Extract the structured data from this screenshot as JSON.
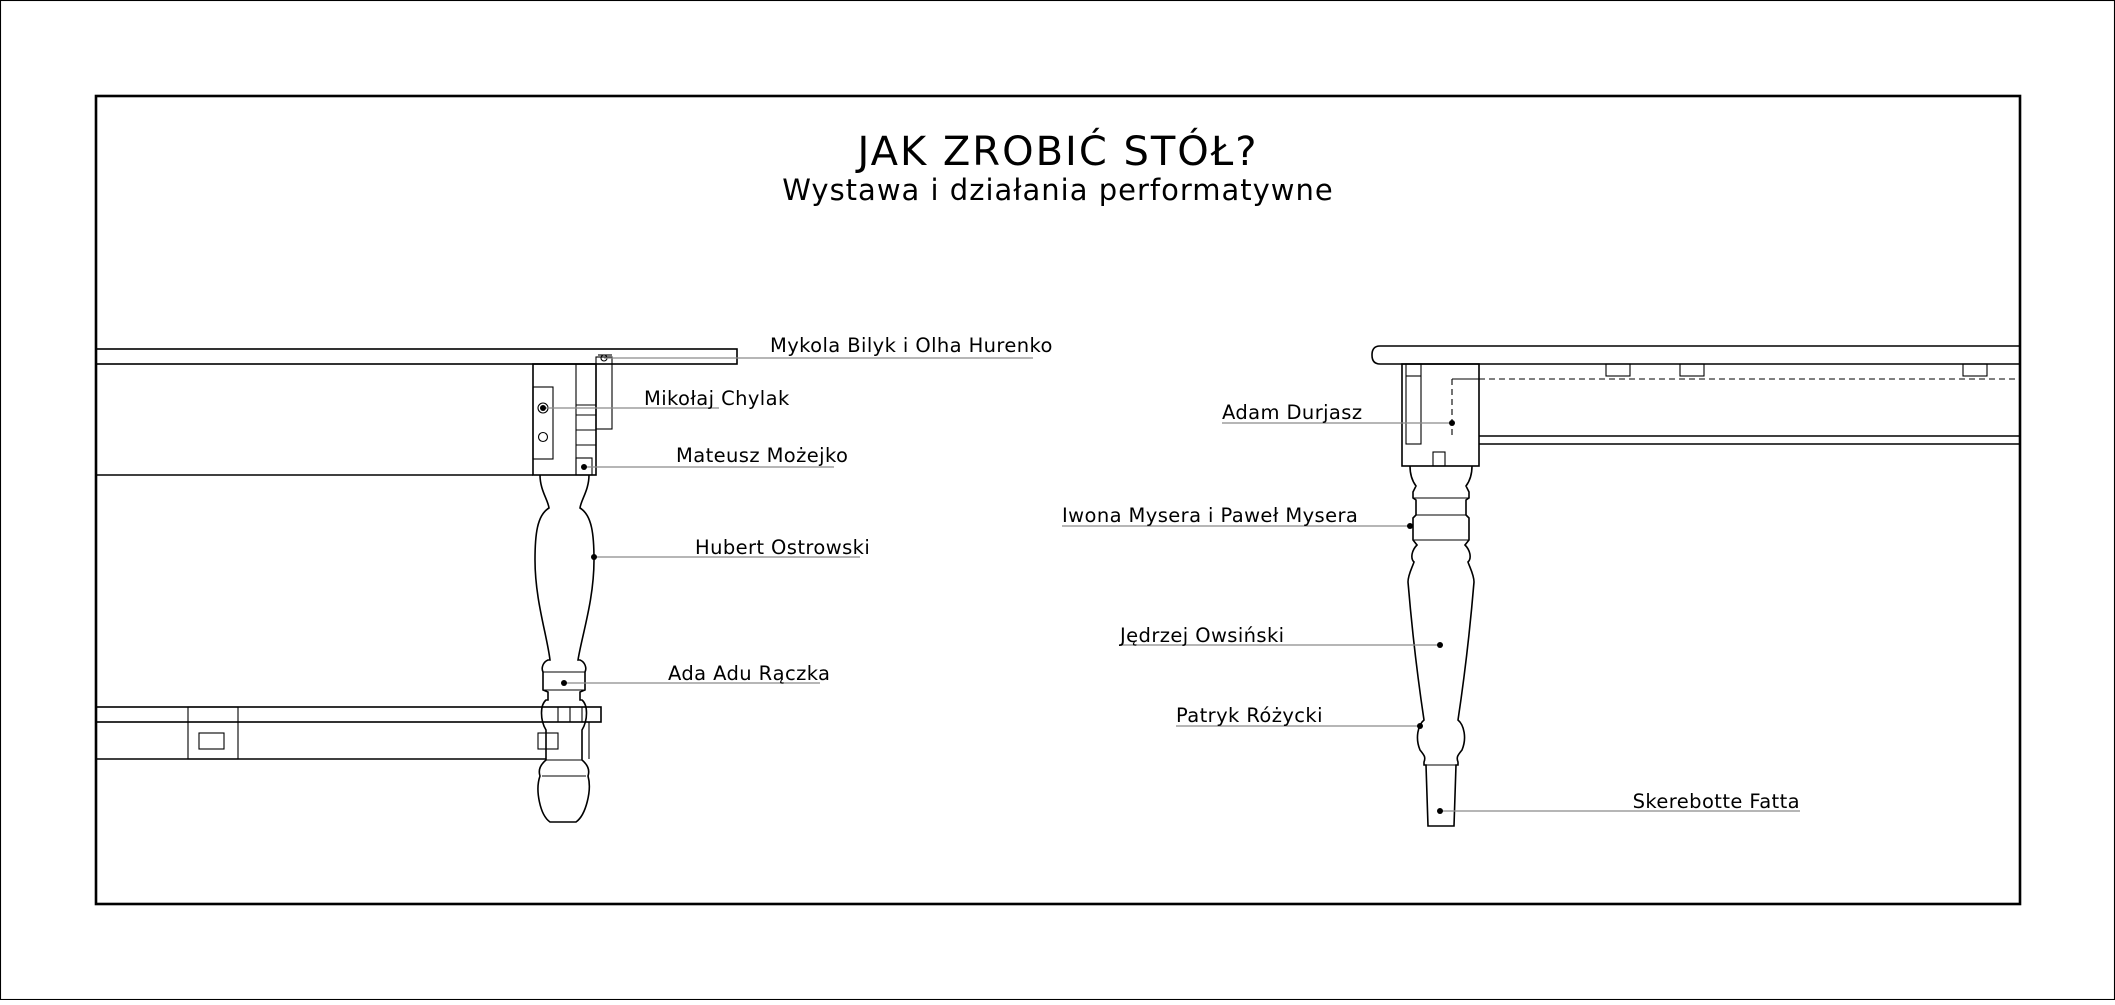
{
  "header": {
    "title": "JAK ZROBIĆ STÓŁ?",
    "subtitle": "Wystawa i działania performatywne"
  },
  "labels": {
    "left": [
      {
        "id": "bilyk",
        "text": "Mykola Bilyk i Olha Hurenko"
      },
      {
        "id": "chylak",
        "text": "Mikołaj Chylak"
      },
      {
        "id": "mozejko",
        "text": "Mateusz Możejko"
      },
      {
        "id": "ostrowski",
        "text": "Hubert Ostrowski"
      },
      {
        "id": "raczka",
        "text": "Ada Adu Rączka"
      }
    ],
    "right": [
      {
        "id": "durjasz",
        "text": "Adam Durjasz"
      },
      {
        "id": "mysera",
        "text": "Iwona Mysera i Paweł Mysera"
      },
      {
        "id": "owsinski",
        "text": "Jędrzej Owsiński"
      },
      {
        "id": "rozycki",
        "text": "Patryk Różycki"
      },
      {
        "id": "fatta",
        "text": "Skerebotte Fatta"
      }
    ]
  }
}
